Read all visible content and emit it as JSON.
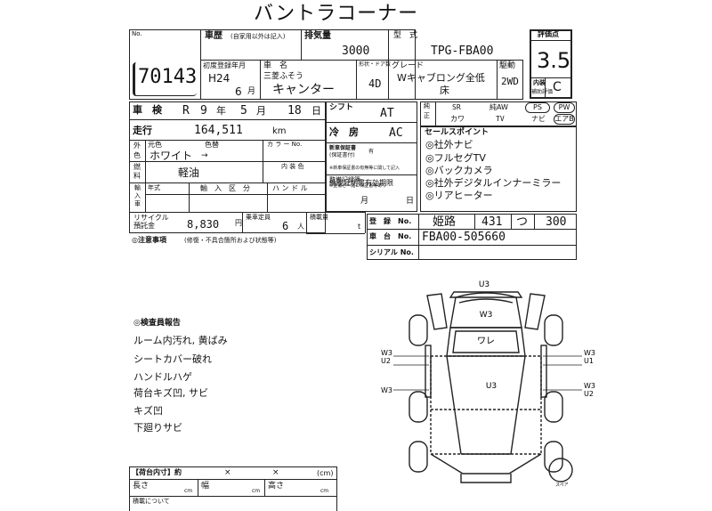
{
  "header": {
    "title": "バントラコーナー"
  },
  "lot": {
    "label": "No.",
    "number": "70143"
  },
  "registration": {
    "shaken_label": "車歴",
    "shaken_note": "(自家用以外は記入)",
    "displacement_label": "排気量",
    "displacement": "3000",
    "model_label": "型　式",
    "model": "TPG-FBA00",
    "first_reg_label": "初度登録年月",
    "first_reg_year": "H24",
    "first_reg_month_num": "6",
    "first_reg_month_unit": "月",
    "car_name_label": "車　名",
    "maker": "三菱ふそう",
    "car_name": "キャンター",
    "doors_label": "形状・ドア数",
    "doors": "4D",
    "grade_label": "グレード",
    "grade_line1": "Wキャブロング全低",
    "grade_line2": "床",
    "drive_label": "駆動",
    "drive": "2WD"
  },
  "score": {
    "label": "評価点",
    "value": "3.5",
    "interior_label1": "内装",
    "interior_label2": "補助評価",
    "interior_value": "C"
  },
  "inspection": {
    "label": "車　検",
    "era": "R",
    "year": "9",
    "year_unit": "年",
    "month": "5",
    "month_unit": "月",
    "day": "18",
    "day_unit": "日"
  },
  "mileage": {
    "label": "走行",
    "value": "164,511",
    "unit": "km"
  },
  "color": {
    "label_top": "外",
    "label_bottom": "色",
    "original_label": "元色",
    "colorno_label": "色替",
    "value": "ホワイト",
    "arrow": "→",
    "code_label": "カ ラ ー No."
  },
  "fuel": {
    "label_top": "燃",
    "label_bottom": "料",
    "value": "軽油",
    "interior_color_label": "内 装 色"
  },
  "import": {
    "label1": "輸",
    "label2": "入",
    "label3": "車",
    "year_label": "年式",
    "category_label": "輸　入　区　分",
    "handle_label": "ハ ン ド ル"
  },
  "recycle": {
    "label1": "リサイクル",
    "label2": "預託金",
    "amount": "8,830",
    "yen": "円",
    "capacity_label": "乗車定員",
    "capacity": "6",
    "person_unit": "人",
    "load_label": "積載量",
    "load_unit": "t"
  },
  "notes_title": "◎注意事項",
  "notes_sub": "(修復・不具合箇所および状態等)",
  "shift": {
    "label": "シフト",
    "value": "AT"
  },
  "ac": {
    "label": "冷　房",
    "value": "AC"
  },
  "new_car_warranty": {
    "line1": "新車保証書",
    "line2": "(保証書付)",
    "small": "有",
    "note": "※新車保証書の有無等に関して記入"
  },
  "manual": {
    "label": "整備記録簿",
    "note": "※整備と一緒に保証書等あり"
  },
  "expiry": {
    "label": "納税証明書有効期限",
    "month": "月",
    "day": "日"
  },
  "options": {
    "label_top": "純",
    "label_bottom": "正",
    "row1": [
      "SR",
      "純AW",
      "PS",
      "PW"
    ],
    "row2": [
      "カワ",
      "TV",
      "ナビ",
      "エアB"
    ]
  },
  "sales_points": {
    "title": "セールスポイント",
    "items": [
      "◎社外ナビ",
      "◎フルセグTV",
      "◎バックカメラ",
      "◎社外デジタルインナーミラー",
      "◎リアヒーター"
    ]
  },
  "plate": {
    "reg_label": "登　録　No.",
    "region": "姫路",
    "class_no": "431",
    "kana": "つ",
    "number": "300",
    "chassis_label": "車　台　No.",
    "chassis": "FBA00-505660",
    "serial_label": "シリアル No."
  },
  "report": {
    "title": "◎検査員報告",
    "items": [
      "ルーム内汚れ, 黄ばみ",
      "シートカバー破れ",
      "ハンドルハゲ",
      "荷台キズ凹, サビ",
      "キズ凹",
      "下廻りサビ"
    ]
  },
  "bed": {
    "title": "【荷台内寸】約",
    "x1": "×",
    "x2": "×",
    "unit": "(cm)",
    "length_label": "長さ",
    "width_label": "幅",
    "height_label": "高さ",
    "cm": "cm",
    "bottom_note": "積載について"
  },
  "diagram": {
    "marks": [
      "U3",
      "W3",
      "ワレ",
      "U3",
      "W3",
      "U2",
      "W3",
      "U1",
      "W3",
      "W3",
      "U2"
    ],
    "spare_label": "スペア"
  }
}
